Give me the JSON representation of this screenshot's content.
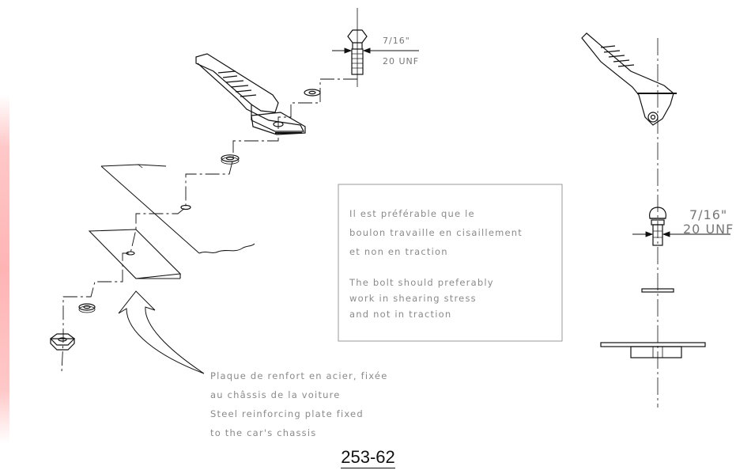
{
  "figure_number": "253-62",
  "dimensions": {
    "upper_diameter": "7/16\"",
    "upper_thread": "20 UNF",
    "side_diameter": "7/16\"",
    "side_thread": "20 UNF"
  },
  "note_box": {
    "french_lines": [
      "Il est préférable que le",
      "boulon travaille en cisaillement",
      "et non en traction"
    ],
    "english_lines": [
      "The bolt should preferably",
      "work in shearing stress",
      "and not in traction"
    ]
  },
  "plate_caption": {
    "lines": [
      "Plaque de renfort en acier, fixée",
      "au châssis de la voiture",
      "Steel reinforcing plate fixed",
      "to the car's chassis"
    ]
  }
}
